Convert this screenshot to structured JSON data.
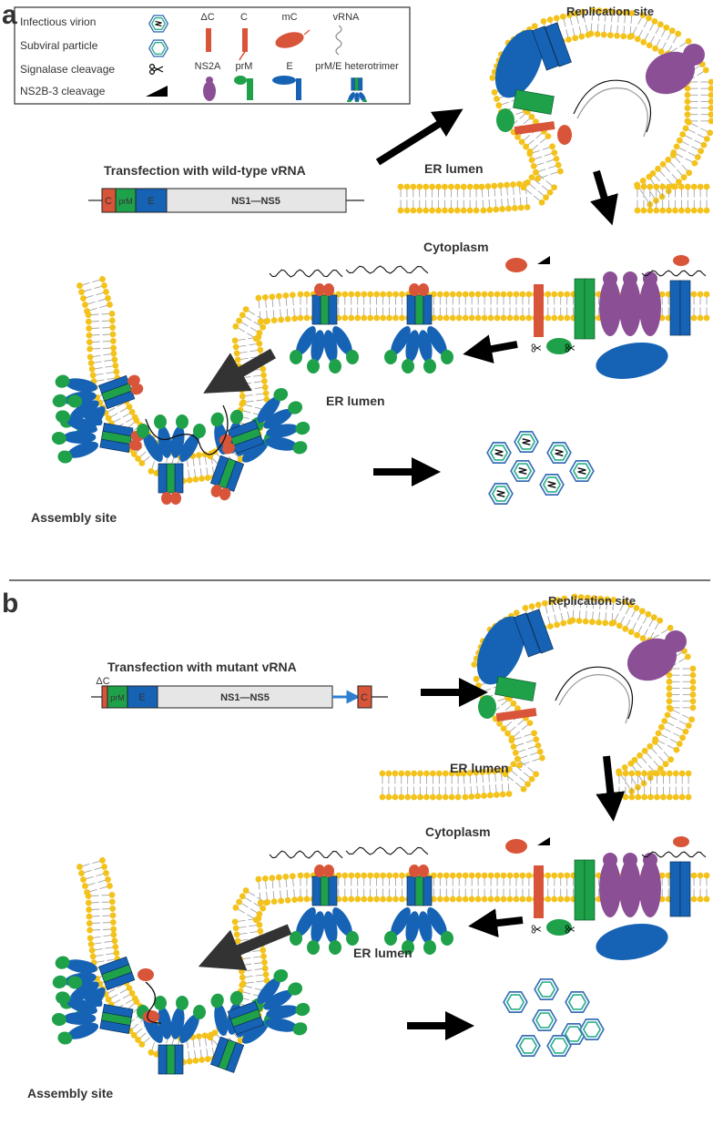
{
  "panels": [
    {
      "letter": "a",
      "transfection": "Transfection with wild-type vRNA",
      "replication_site": "Replication site",
      "er_lumen_top": "ER lumen",
      "cytoplasm": "Cytoplasm",
      "er_lumen_bottom": "ER lumen",
      "assembly_site": "Assembly site",
      "genome": {
        "c": "C",
        "prm": "prM",
        "e": "E",
        "ns": "NS1—NS5"
      }
    },
    {
      "letter": "b",
      "transfection": "Transfection with mutant vRNA",
      "replication_site": "Replication site",
      "er_lumen_top": "ER lumen",
      "cytoplasm": "Cytoplasm",
      "er_lumen_bottom": "ER lumen",
      "assembly_site": "Assembly site",
      "genome": {
        "dc": "ΔC",
        "prm": "prM",
        "e": "E",
        "ns": "NS1—NS5",
        "c_end": "C"
      }
    }
  ],
  "legend": {
    "infectious_virion": "Infectious virion",
    "subviral_particle": "Subviral particle",
    "signalase": "Signalase cleavage",
    "ns2b3": "NS2B-3 cleavage",
    "dc": "ΔC",
    "c": "C",
    "mc": "mC",
    "vrna": "vRNA",
    "ns2a": "NS2A",
    "prm": "prM",
    "e": "E",
    "heterotrimer": "prM/E heterotrimer"
  },
  "colors": {
    "capsid": "#d9553a",
    "prm": "#1fa14a",
    "envelope": "#1663b5",
    "ns2a": "#8b4f96",
    "lipid": "#f3c21b",
    "genome_ns": "#e6e6e6",
    "virion_outer": "#3a6fb8",
    "virion_inner": "#2bb18a"
  }
}
